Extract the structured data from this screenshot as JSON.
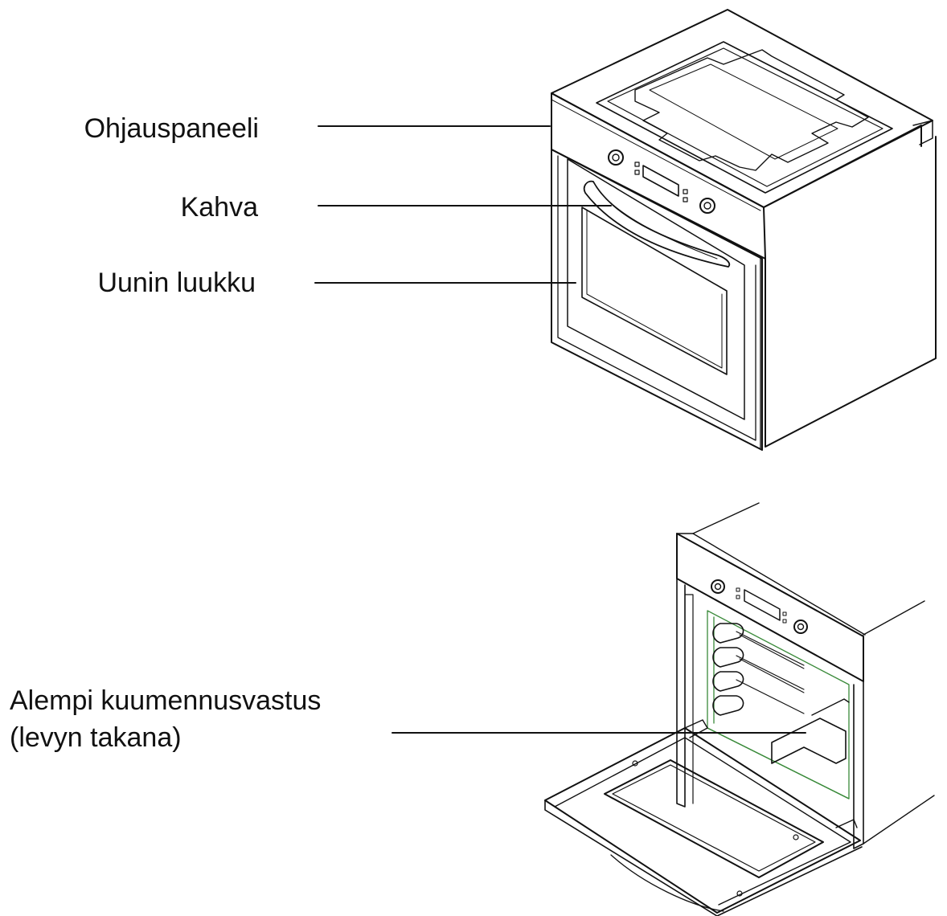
{
  "labels": {
    "control_panel": "Ohjauspaneeli",
    "handle": "Kahva",
    "oven_door": "Uunin luukku",
    "lower_heating_element_line1": "Alempi kuumennusvastus",
    "lower_heating_element_line2": "(levyn takana)"
  },
  "colors": {
    "line": "#111111",
    "background": "#ffffff",
    "inner_highlight": "#3a8a3a"
  }
}
